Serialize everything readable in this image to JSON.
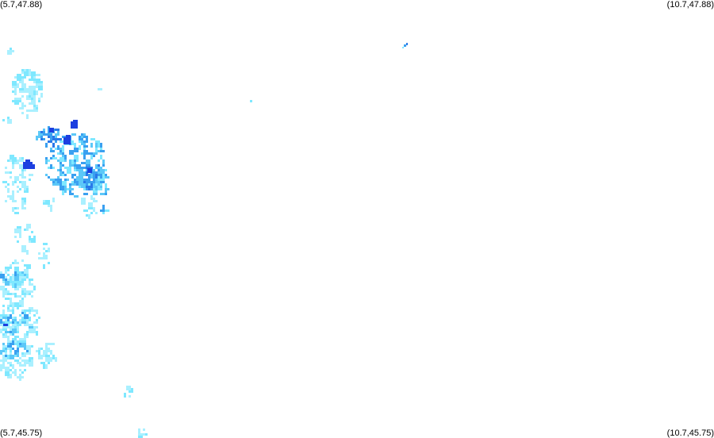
{
  "map": {
    "corners": {
      "top_left": "(5.7,47.88)",
      "top_right": "(10.7,47.88)",
      "bottom_left": "(5.7,45.75)",
      "bottom_right": "(10.7,45.75)"
    },
    "bounds": {
      "lon_min": 5.7,
      "lon_max": 10.7,
      "lat_min": 45.75,
      "lat_max": 47.88
    }
  },
  "palette": {
    "background": "#ffffff",
    "intensity_light": "#aaf0ff",
    "intensity_light_alt": "#7fe8ff",
    "intensity_medium": "#5cc8f8",
    "intensity_medium_alt": "#3aa0f0",
    "intensity_strong": "#2a78e8",
    "intensity_heavy": "#1c3fe0"
  }
}
